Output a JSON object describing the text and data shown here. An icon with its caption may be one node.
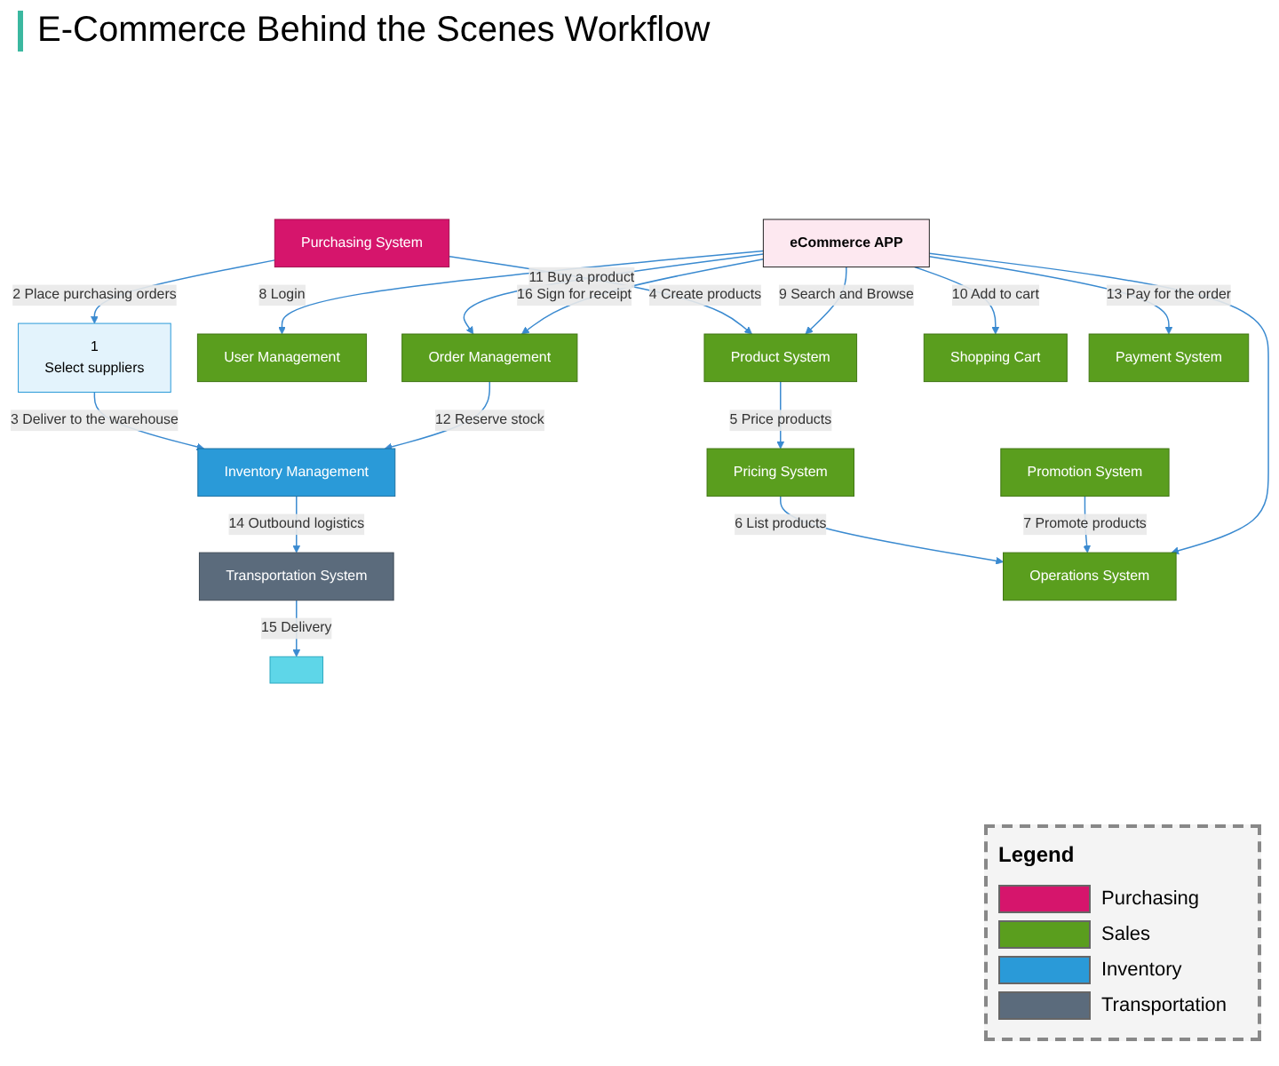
{
  "diagram": {
    "title": "E-Commerce Behind the Scenes Workflow",
    "nodes": [
      {
        "text": [
          "1",
          "Select suppliers"
        ]
      },
      {
        "text": [
          "Inventory Management"
        ]
      },
      {
        "text": [
          "Purchasing System"
        ]
      },
      {
        "text": [
          "User Management"
        ]
      },
      {
        "text": [
          "eCommerce APP"
        ]
      },
      {
        "text": [
          "Order Management"
        ]
      },
      {
        "text": [
          "Transportation System"
        ]
      },
      {
        "text": [
          "Product System"
        ]
      },
      {
        "text": [
          "Shopping Cart"
        ]
      },
      {
        "text": [
          "Pricing System"
        ]
      },
      {
        "text": [
          "Payment System"
        ]
      },
      {
        "text": [],
        "shape": "box"
      },
      {
        "text": [
          "Operations System"
        ]
      },
      {
        "text": [
          "Promotion System"
        ]
      }
    ],
    "edges": [
      {
        "from": 2,
        "to": 0,
        "arrow": "to",
        "label": "2 Place purchasing orders"
      },
      {
        "from": 0,
        "to": 1,
        "arrow": "to",
        "label": "3 Deliver to the warehouse"
      },
      {
        "from": 2,
        "to": 7,
        "arrow": "to",
        "label": "4 Create products"
      },
      {
        "from": 7,
        "to": 9,
        "arrow": "to",
        "label": "5 Price products"
      },
      {
        "from": 9,
        "to": 12,
        "arrow": "to",
        "label": "6 List products"
      },
      {
        "from": 13,
        "to": 12,
        "arrow": "to",
        "label": "7 Promote products"
      },
      {
        "from": 4,
        "to": 3,
        "arrow": "to",
        "label": "8 Login"
      },
      {
        "from": 4,
        "to": 7,
        "arrow": "to",
        "label": "9 Search and Browse"
      },
      {
        "from": 4,
        "to": 12,
        "arrow": "to"
      },
      {
        "from": 4,
        "to": 8,
        "arrow": "to",
        "label": "10 Add to cart"
      },
      {
        "from": 4,
        "to": 5,
        "arrow": "to",
        "label": "11 Buy a product"
      },
      {
        "from": 5,
        "to": 1,
        "arrow": "to",
        "label": "12 Reserve stock"
      },
      {
        "from": 4,
        "to": 10,
        "arrow": "to",
        "label": "13 Pay for the order"
      },
      {
        "from": 1,
        "to": 6,
        "arrow": "to",
        "label": "14 Outbound logistics"
      },
      {
        "from": 6,
        "to": 11,
        "arrow": "to",
        "label": "15 Delivery"
      },
      {
        "from": 4,
        "to": 5,
        "arrow": "to",
        "label": "16 Sign for receipt"
      }
    ],
    "labels": [
      "Legend"
    ],
    "legend": [
      {
        "text": "Purchasing",
        "color": "#d6156c"
      },
      {
        "text": "Sales",
        "color": "#5a9e1e"
      },
      {
        "text": "Inventory",
        "color": "#2a9ad8"
      },
      {
        "text": "Transportation",
        "color": "#5b6b7c"
      }
    ]
  }
}
